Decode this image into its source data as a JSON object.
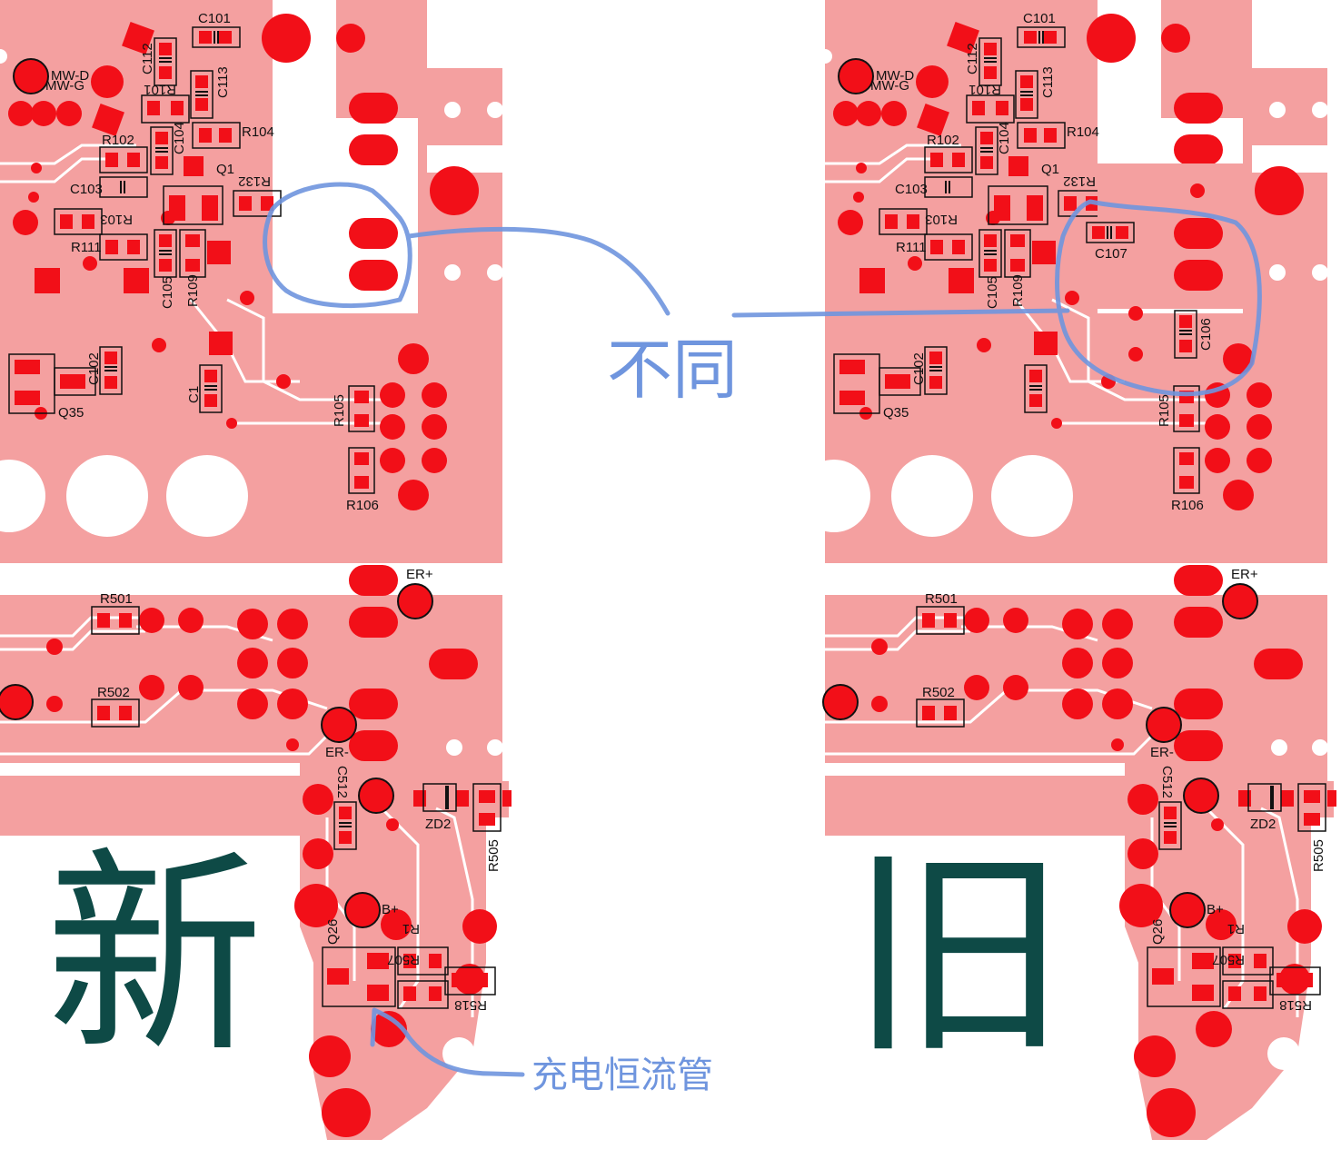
{
  "colors": {
    "copper": "#f4a0a0",
    "pad": "#f20f18",
    "trace_gap": "#ffffff",
    "silkscreen": "#111111",
    "big_label": "#0e4a46",
    "annotation": "#6f95de"
  },
  "boards": {
    "new": {
      "title": "新",
      "top_labels": [
        "C101",
        "C112",
        "R101",
        "C113",
        "R104",
        "R102",
        "C104",
        "Q1",
        "C103",
        "R132",
        "R103",
        "R111",
        "C105",
        "R109",
        "C102",
        "C1",
        "Q35",
        "R105",
        "R106"
      ],
      "bottom_labels": [
        "ER+",
        "R501",
        "R502",
        "ER-",
        "C512",
        "ZD2",
        "R505",
        "B+",
        "Q26",
        "R1",
        "R507",
        "R518"
      ],
      "connector_labels": [
        "MW-D",
        "MW-G"
      ]
    },
    "old": {
      "title": "旧",
      "top_labels": [
        "C101",
        "C112",
        "R101",
        "C113",
        "R104",
        "R102",
        "C104",
        "Q1",
        "C103",
        "R132",
        "R103",
        "R111",
        "C105",
        "R109",
        "C107",
        "C106",
        "C102",
        "Q35",
        "R105",
        "R106"
      ],
      "bottom_labels": [
        "ER+",
        "R501",
        "R502",
        "ER-",
        "C512",
        "ZD2",
        "R505",
        "B+",
        "Q26",
        "R1",
        "R507",
        "R518"
      ],
      "connector_labels": [
        "MW-D",
        "MW-G"
      ]
    }
  },
  "annotations": {
    "difference": "不同",
    "charge_transistor": "充电恒流管"
  }
}
